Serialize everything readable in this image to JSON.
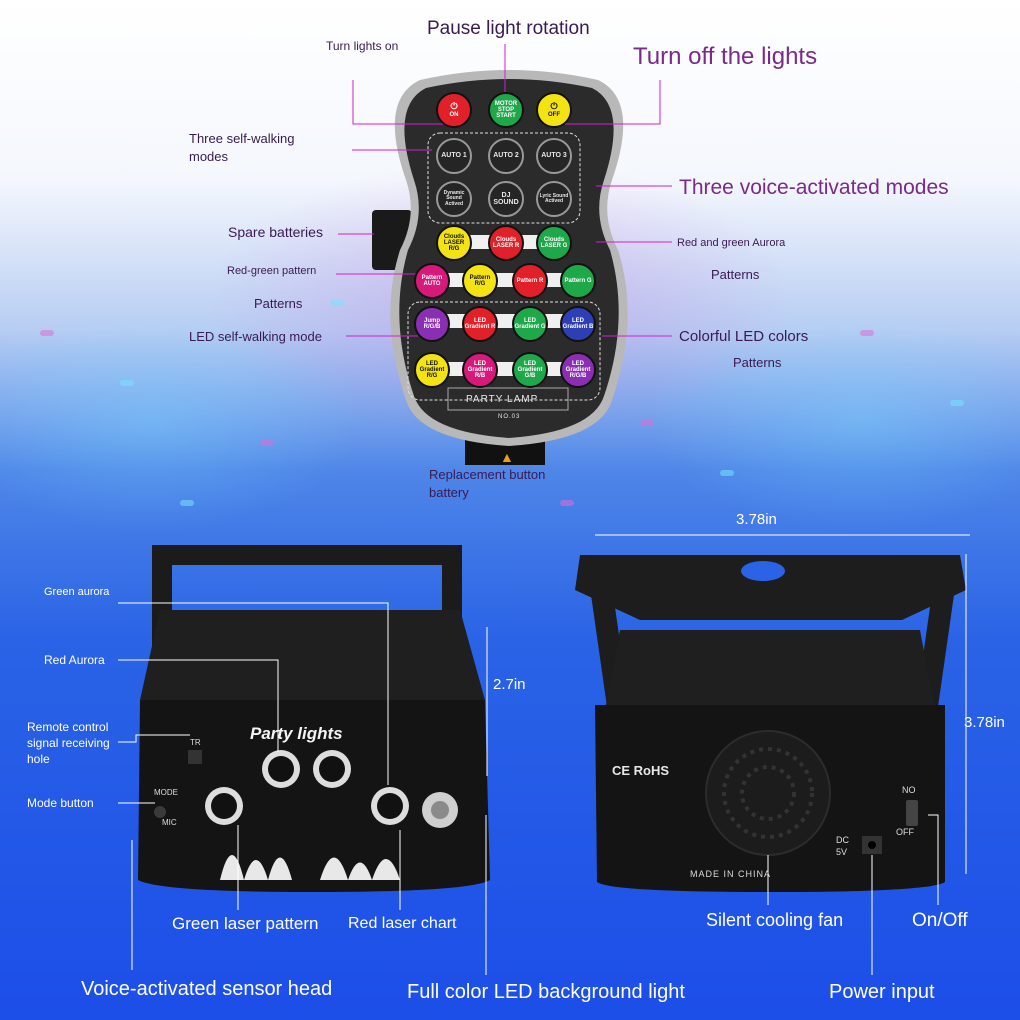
{
  "colors": {
    "label_dark": "#3a1a52",
    "label_purple": "#7a2a8a",
    "leader_line": "#d020d0",
    "bottom_text": "#ffffff",
    "remote_body": "#2b2b2b",
    "remote_rim": "#b8b8b8"
  },
  "top_labels": {
    "turn_on": "Turn lights on",
    "pause": "Pause light rotation",
    "turn_off": "Turn off the lights",
    "self_walking": "Three self-walking modes",
    "voice_modes": "Three voice-activated modes",
    "spare_batteries": "Spare batteries",
    "rg_pattern": "Red-green pattern",
    "patterns_left": "Patterns",
    "red_green_aurora": "Red and green Aurora",
    "patterns_right": "Patterns",
    "led_self_walking": "LED self-walking mode",
    "colorful_led": "Colorful LED colors",
    "patterns_right2": "Patterns",
    "replacement_battery": "Replacement button battery"
  },
  "remote": {
    "on": "ON",
    "motor": "MOTOR STOP START",
    "off": "OFF",
    "auto1": "AUTO 1",
    "auto2": "AUTO 2",
    "auto3": "AUTO 3",
    "dynamic": "Dynamic Sound Actived",
    "dj": "DJ SOUND",
    "lyric": "Lyric Sound Actived",
    "clouds_rg": "Clouds LASER R/G",
    "clouds_r": "Clouds LASER R",
    "clouds_g": "Clouds LASER G",
    "pattern_auto": "Pattern AUTO",
    "pattern_rg": "Pattern R/G",
    "pattern_r": "Pattern R",
    "pattern_g": "Pattern G",
    "jump_rgb": "Jump R/G/B",
    "led_grad_r": "LED Gradient R",
    "led_grad_g": "LED Gradient G",
    "led_grad_b": "LED Gradient B",
    "led_grad_rg": "LED Gradient R/G",
    "led_grad_rb": "LED Gradient R/B",
    "led_grad_gb": "LED Gradient G/B",
    "led_grad_rgb": "LED Gradient R/G/B",
    "party_lamp": "PARTY LAMP",
    "model": "NO.03"
  },
  "dimensions": {
    "width_top": "3.78in",
    "height_left": "2.7in",
    "height_right": "3.78in"
  },
  "front_labels": {
    "green_aurora": "Green aurora",
    "red_aurora": "Red Aurora",
    "remote_hole": "Remote control signal receiving hole",
    "mode_button": "Mode button",
    "brand": "Party lights",
    "tr": "TR",
    "mode": "MODE",
    "mic": "MIC"
  },
  "back_labels": {
    "ce": "CE RoHS",
    "no": "NO",
    "off": "OFF",
    "dc": "DC 5V",
    "made_in": "MADE IN CHINA"
  },
  "bottom_labels": {
    "green_laser": "Green laser pattern",
    "red_laser": "Red laser chart",
    "silent_fan": "Silent cooling fan",
    "on_off": "On/Off",
    "voice_sensor": "Voice-activated sensor head",
    "full_color": "Full color LED background light",
    "power_input": "Power input"
  }
}
